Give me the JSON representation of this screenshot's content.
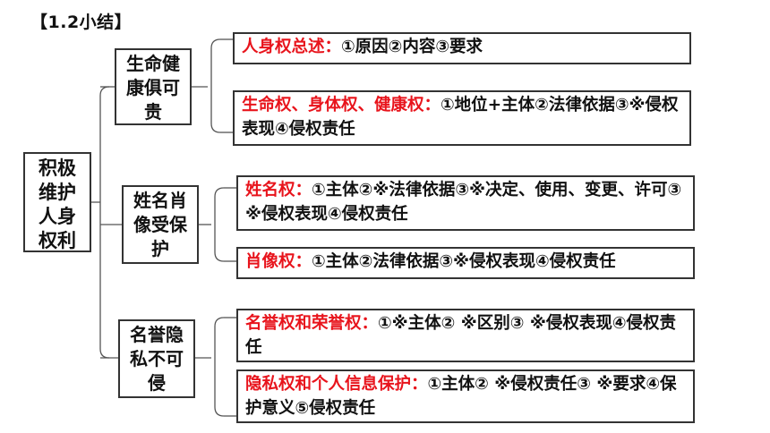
{
  "title": "【1.2小结】",
  "root": {
    "label": "积极维护人身权利"
  },
  "branches": [
    {
      "label": "生命健康俱可贵",
      "items": [
        {
          "head": "人身权总述：",
          "body": "①原因②内容③要求"
        },
        {
          "head": "生命权、身体权、健康权：",
          "body": "①地位+主体②法律依据③※侵权表现④侵权责任"
        }
      ]
    },
    {
      "label": "姓名肖像受保护",
      "items": [
        {
          "head": "姓名权：",
          "body": "①主体②※法律依据③※决定、使用、变更、许可③ ※侵权表现④侵权责任"
        },
        {
          "head": "肖像权：",
          "body": "①主体②法律依据③※侵权表现④侵权责任"
        }
      ]
    },
    {
      "label": "名誉隐私不可侵",
      "items": [
        {
          "head": "名誉权和荣誉权：",
          "body": "①※主体② ※区别③ ※侵权表现④侵权责任"
        },
        {
          "head": "隐私权和个人信息保护：",
          "body": "①主体② ※侵权责任③ ※要求④保护意义⑤侵权责任"
        }
      ]
    }
  ],
  "colors": {
    "highlight": "#e8141c",
    "text": "#111111",
    "border": "#333333"
  }
}
